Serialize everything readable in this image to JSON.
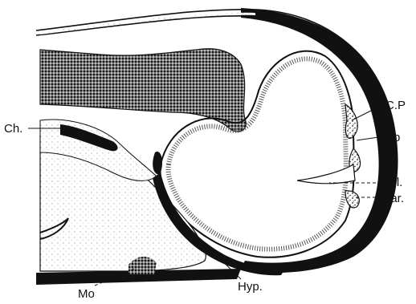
{
  "figure": {
    "labels": {
      "ch": "Ch.",
      "cp": "C.P",
      "ep": "Ep",
      "vel": "vel.",
      "par": "par.",
      "mo": "Mo",
      "hyp": "Hyp."
    }
  }
}
